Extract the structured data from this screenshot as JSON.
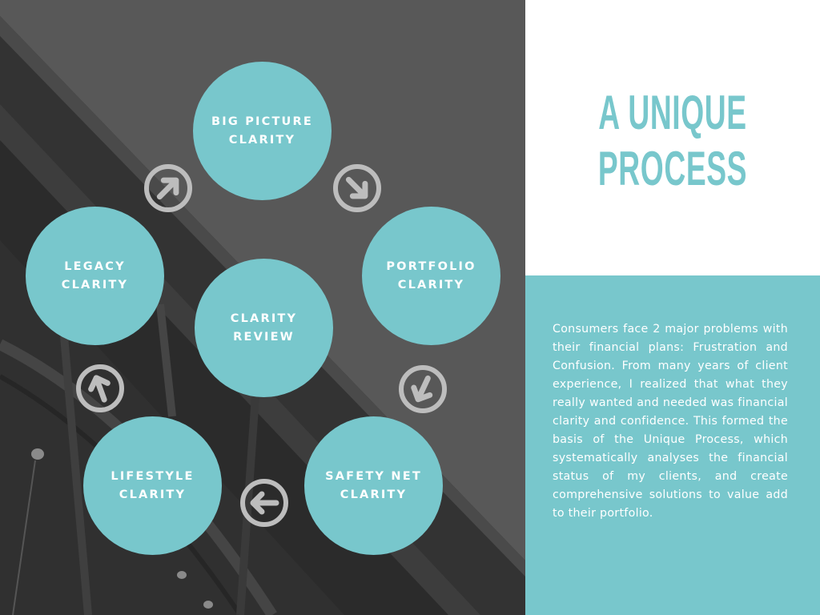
{
  "title": {
    "line1": "A UNIQUE",
    "line2": "PROCESS"
  },
  "description": "Consumers face 2 major problems with their financial plans: Frustration and Confusion. From many years of client experience, I realized that what they really wanted and needed was financial clarity and confidence. This formed the basis of the Unique Process, which systematically analyses the financial status of my clients, and create comprehensive solutions to value add to their portfolio.",
  "steps": [
    {
      "line1": "BIG PICTURE",
      "line2": "CLARITY"
    },
    {
      "line1": "PORTFOLIO",
      "line2": "CLARITY"
    },
    {
      "line1": "SAFETY NET",
      "line2": "CLARITY"
    },
    {
      "line1": "LIFESTYLE",
      "line2": "CLARITY"
    },
    {
      "line1": "LEGACY",
      "line2": "CLARITY"
    },
    {
      "line1": "CLARITY",
      "line2": "REVIEW"
    }
  ],
  "arrows": [
    {
      "direction": "north-east",
      "icon": "arrow-up-right-circle-icon"
    },
    {
      "direction": "south-east",
      "icon": "arrow-down-right-circle-icon"
    },
    {
      "direction": "south-west",
      "icon": "arrow-down-left-circle-icon"
    },
    {
      "direction": "west",
      "icon": "arrow-left-circle-icon"
    },
    {
      "direction": "north",
      "icon": "arrow-up-circle-icon"
    }
  ],
  "colors": {
    "accent": "#78c7cc",
    "photo_light": "#585858",
    "photo_dark": "#2e2e2e",
    "arrow": "#bdbdbd",
    "background": "#ffffff",
    "text_light": "#ffffff"
  }
}
